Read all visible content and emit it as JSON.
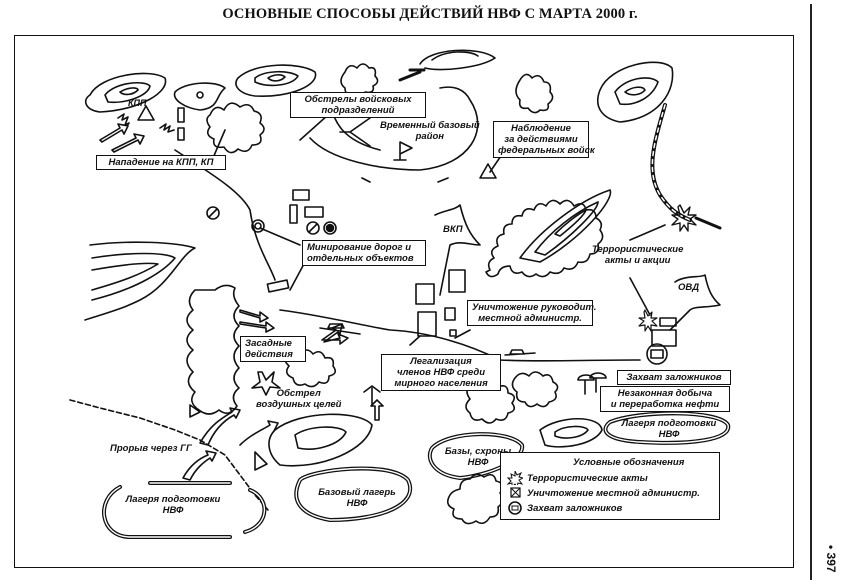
{
  "title": "ОСНОВНЫЕ СПОСОБЫ ДЕЙСТВИЙ НВФ С  МАРТА 2000 г.",
  "page_number": "• 397",
  "labels": {
    "kpp": "КПП",
    "attack_kpp": "Нападение на КПП, КП",
    "shelling_units_1": "Обстрелы войсковых",
    "shelling_units_2": "подразделений",
    "temp_base_1": "Временный базовый",
    "temp_base_2": "район",
    "observation_1": "Наблюдение",
    "observation_2": "за действиями",
    "observation_3": "федеральных войск",
    "vkp": "ВКП",
    "mining_1": "Минирование дорог и",
    "mining_2": "отдельных объектов",
    "terror_1": "Террористические",
    "terror_2": "акты и акции",
    "ovd": "ОВД",
    "destroy_admin_1": "Уничтожение руководит.",
    "destroy_admin_2": "местной администр.",
    "ambush_1": "Засадные",
    "ambush_2": "действия",
    "legalize_1": "Легализация",
    "legalize_2": "членов НВФ среди",
    "legalize_3": "мирного населения",
    "hostages": "Захват заложников",
    "oil_1": "Незаконная добыча",
    "oil_2": "и переработка нефти",
    "camp_right_1": "Лагеря подготовки",
    "camp_right_2": "НВФ",
    "air_fire_1": "Обстрел",
    "air_fire_2": "воздушных целей",
    "breach": "Прорыв через ГГ",
    "camp_left_1": "Лагеря подготовки",
    "camp_left_2": "НВФ",
    "base_camp_1": "Базовый лагерь",
    "base_camp_2": "НВФ",
    "bases_1": "Базы, схроны",
    "bases_2": "НВФ"
  },
  "legend": {
    "title": "Условные обозначения",
    "items": [
      {
        "icon": "explosion-icon",
        "label": "Террористические акты"
      },
      {
        "icon": "destroyed-admin-icon",
        "label": "Уничтожение местной администр."
      },
      {
        "icon": "hostage-icon",
        "label": "Захват заложников"
      }
    ]
  }
}
